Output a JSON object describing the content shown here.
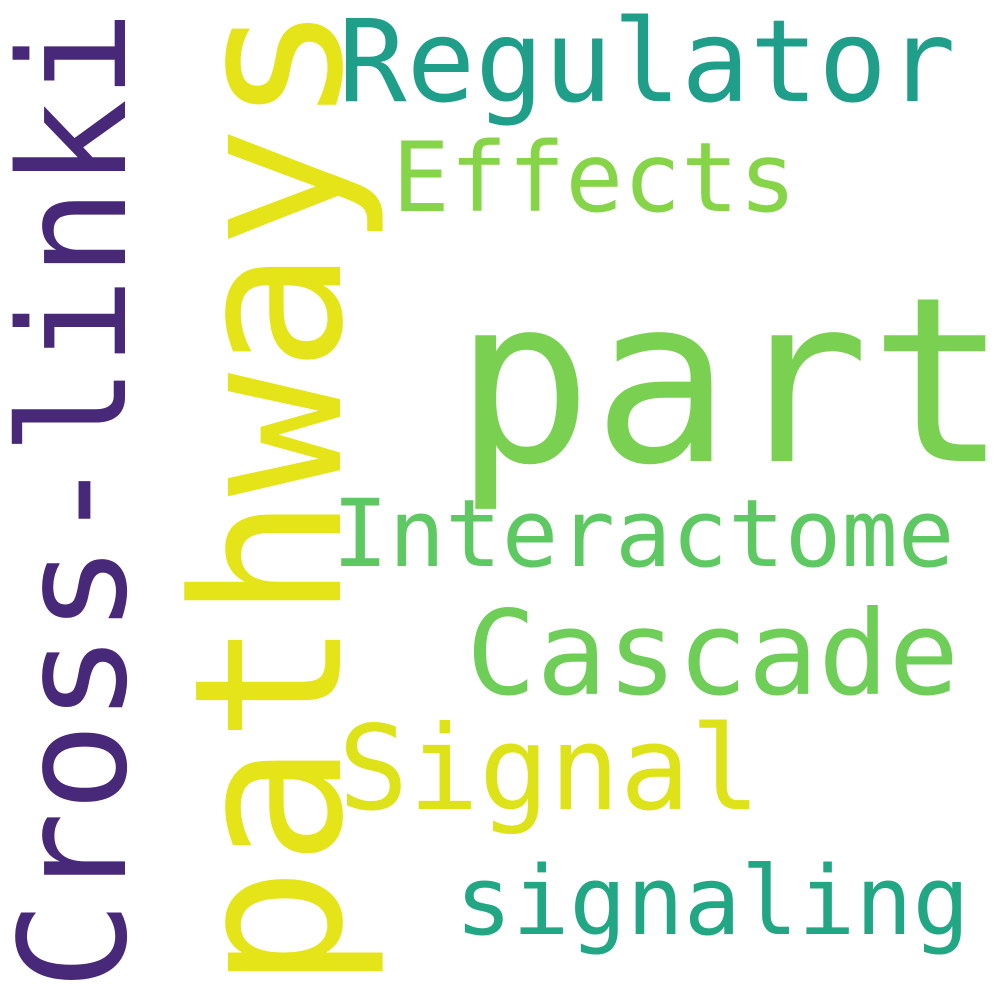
{
  "word_cloud": {
    "background": "#ffffff",
    "words": [
      {
        "key": "part",
        "text": "part",
        "color": "#7ad151",
        "orientation": "horizontal"
      },
      {
        "key": "pathways",
        "text": "pathways",
        "color": "#e4e419",
        "orientation": "vertical"
      },
      {
        "key": "cross_linking",
        "text": "Cross-linking",
        "color": "#482878",
        "orientation": "vertical"
      },
      {
        "key": "regulator",
        "text": "Regulator",
        "color": "#1f9e89",
        "orientation": "horizontal"
      },
      {
        "key": "cascade",
        "text": "Cascade",
        "color": "#6ece58",
        "orientation": "horizontal"
      },
      {
        "key": "signal",
        "text": "Signal",
        "color": "#dde318",
        "orientation": "horizontal"
      },
      {
        "key": "signaling",
        "text": "signaling",
        "color": "#22a785",
        "orientation": "horizontal"
      },
      {
        "key": "interactome",
        "text": "Interactome",
        "color": "#5ec962",
        "orientation": "horizontal"
      },
      {
        "key": "effects",
        "text": "Effects",
        "color": "#86d549",
        "orientation": "horizontal"
      }
    ]
  }
}
